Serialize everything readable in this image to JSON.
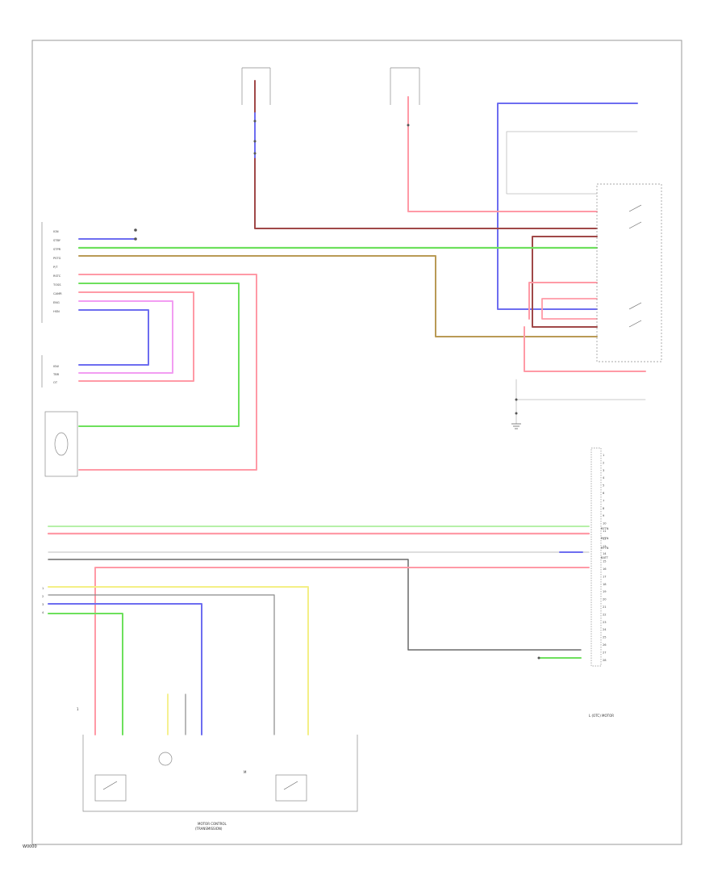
{
  "diagram": {
    "id_code": "W0000",
    "caption_right": "L (OTC) MOTOR",
    "caption_bottom": "MOTOR CONTROL",
    "caption_bottom_2": "(TRANSMISSION)",
    "bottom_left_mark": "1",
    "motor_label": "M",
    "left_labels": [
      "IGN",
      "STBY",
      "STPR",
      "PSTG",
      "P/T",
      "RSTC",
      "TOSS",
      "CAMR",
      "ENG",
      "HSN"
    ],
    "left_labels_lower": [
      "ISW",
      "TBR",
      "OT"
    ],
    "right_labels": [
      "RFTN",
      "RFTN",
      "RFTN",
      "BATT"
    ],
    "right_pins": [
      "1",
      "2",
      "3",
      "4",
      "5",
      "6",
      "7",
      "8",
      "9",
      "10",
      "11",
      "12",
      "13",
      "14",
      "15",
      "16",
      "17",
      "18",
      "19",
      "20",
      "21",
      "22",
      "23",
      "24",
      "25",
      "26",
      "27",
      "28"
    ],
    "bottom_pins": [
      "1",
      "2",
      "3",
      "4"
    ],
    "colors": {
      "red": "#ff9aa6",
      "blue": "#6d6df0",
      "green": "#6de05c",
      "yellow": "#f4ef85",
      "brown": "#a04848",
      "tan": "#b99a55",
      "magenta": "#f29df2",
      "gray": "#6a6a6a",
      "frame": "#9a9a9a"
    }
  }
}
